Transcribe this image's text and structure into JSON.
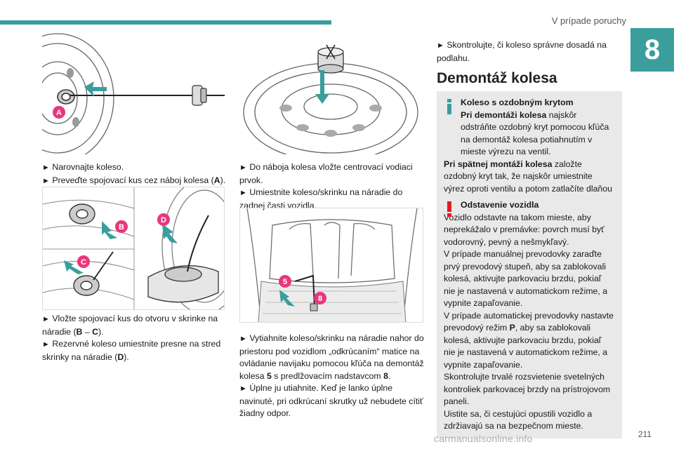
{
  "header": {
    "title": "V prípade poruchy",
    "chapter": "8",
    "page_number": "211"
  },
  "colors": {
    "accent": "#3a9e9c",
    "callout": "#e8377c",
    "warning": "#e31b23"
  },
  "watermark": "carmanualsonline.info",
  "figures": {
    "fig_a": {
      "label_a": "A"
    },
    "fig_bcd": {
      "label_b": "B",
      "label_c": "C",
      "label_d": "D"
    },
    "fig_58": {
      "label_5": "5",
      "label_8": "8"
    }
  },
  "col1": {
    "step1": "Narovnajte koleso.",
    "step2_pre": "Preveďte spojovací kus cez náboj kolesa (",
    "step2_bold": "A",
    "step2_post": ").",
    "step3_pre": "Vložte spojovací kus do otvoru v skrinke na náradie (",
    "step3_bold1": "B",
    "step3_mid": " – ",
    "step3_bold2": "C",
    "step3_post": ").",
    "step4_pre": "Rezervné koleso umiestnite presne na stred skrinky na náradie (",
    "step4_bold": "D",
    "step4_post": ")."
  },
  "col2": {
    "step1": "Do náboja kolesa vložte centrovací vodiaci prvok.",
    "step2": "Umiestnite koleso/skrinku na náradie do zadnej časti vozidla.",
    "step3_pre": "Vytiahnite koleso/skrinku na náradie nahor do priestoru pod vozidlom „odkrúcaním“ matice na ovládanie navijaku pomocou kľúča na demontáž kolesa ",
    "step3_b1": "5",
    "step3_mid": " s predlžovacím nadstavcom ",
    "step3_b2": "8",
    "step3_post": ".",
    "step4": "Úplne ju utiahnite. Keď je lanko úplne navinuté, pri odkrúcaní skrutky už nebudete cítiť žiadny odpor."
  },
  "col3": {
    "step1": "Skontrolujte, či koleso správne dosadá na podlahu.",
    "section_title": "Demontáž kolesa",
    "info": {
      "title": "Koleso s ozdobným krytom",
      "p1_bold": "Pri demontáži kolesa",
      "p1_text": " najskôr odstráňte ozdobný kryt pomocou kľúča na demontáž kolesa potiahnutím v mieste výrezu na ventil.",
      "p2_bold": "Pri spätnej montáži kolesa",
      "p2_text": " založte ozdobný kryt tak, že najskôr umiestnite výrez oproti ventilu a potom zatlačíte dlaňou ruky po celom jeho obvode."
    },
    "warning": {
      "title": "Odstavenie vozidla",
      "p1": "Vozidlo odstavte na takom mieste, aby neprekážalo v premávke: povrch musí byť vodorovný, pevný a nešmykľavý.",
      "p2": "V prípade manuálnej prevodovky zaraďte prvý prevodový stupeň, aby sa zablokovali kolesá, aktivujte parkovaciu brzdu, pokiaľ nie je nastavená v automatickom režime, a vypnite zapaľovanie.",
      "p3_pre": "V prípade automatickej prevodovky nastavte prevodový režim ",
      "p3_bold": "P",
      "p3_post": ", aby sa zablokovali kolesá, aktivujte parkovaciu brzdu, pokiaľ nie je nastavená v automatickom režime, a vypnite zapaľovanie.",
      "p4": "Skontrolujte trvalé rozsvietenie svetelných kontroliek parkovacej brzdy na prístrojovom paneli.",
      "p5": "Uistite sa, či cestujúci opustili vozidlo a zdržiavajú sa na bezpečnom mieste."
    }
  }
}
